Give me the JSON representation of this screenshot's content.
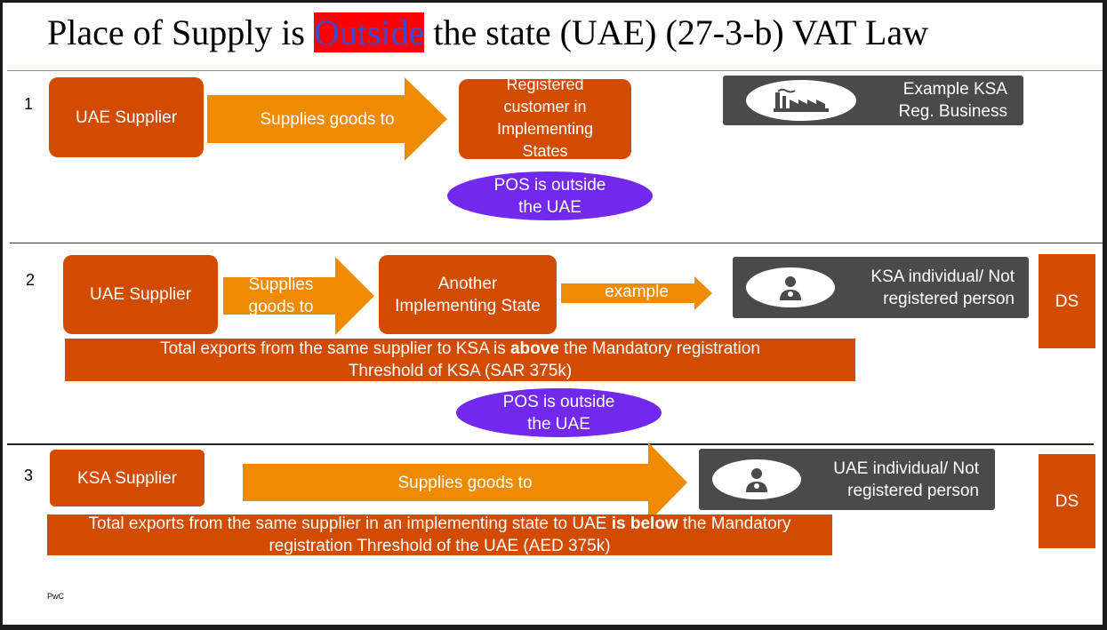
{
  "title": {
    "before": "Place of Supply is ",
    "highlight": "Outside",
    "after": " the state (UAE) (27-3-b) VAT Law"
  },
  "colors": {
    "orange_box": "#d14b00",
    "orange_arrow": "#ee8b00",
    "purple_oval": "#7328ee",
    "grey_box": "#4a4a4a",
    "title_highlight": "#ff0000",
    "divider_top": "#e07050"
  },
  "section1": {
    "number": "1",
    "supplier": "UAE Supplier",
    "arrow_label": "Supplies goods to",
    "customer": "Registered customer in Implementing States",
    "pos": "POS is outside the UAE",
    "example": {
      "icon": "factory-icon",
      "text": "Example KSA Reg. Business"
    }
  },
  "section2": {
    "number": "2",
    "supplier": "UAE Supplier",
    "arrow_label": "Supplies goods to",
    "state": "Another Implementing State",
    "example_arrow_label": "example",
    "person": {
      "icon": "person-icon",
      "text": "KSA individual/ Not registered person"
    },
    "ds": "DS",
    "threshold_before": "Total exports from the same supplier to KSA is ",
    "threshold_bold": "above",
    "threshold_after": " the Mandatory registration Threshold of KSA (SAR 375k)",
    "pos": "POS is outside the UAE"
  },
  "section3": {
    "number": "3",
    "supplier": "KSA Supplier",
    "arrow_label": "Supplies goods to",
    "person": {
      "icon": "person-icon",
      "text": "UAE individual/ Not registered person"
    },
    "ds": "DS",
    "threshold_before": "Total exports from the same supplier in an implementing state to UAE ",
    "threshold_bold": "is below",
    "threshold_after": " the Mandatory registration Threshold of the UAE (AED 375k)"
  },
  "footer": "PwC"
}
